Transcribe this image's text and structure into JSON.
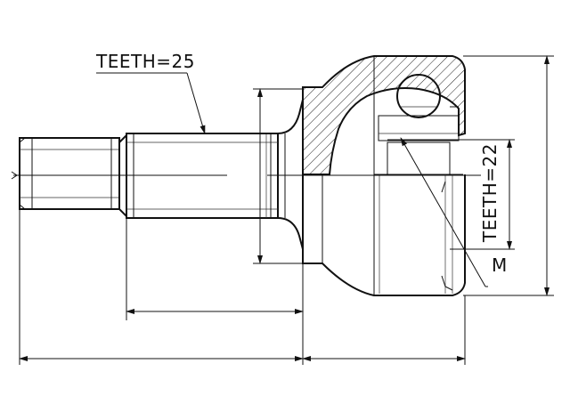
{
  "drawing": {
    "title": "CV joint outer (drive shaft joint) technical drawing",
    "labels": {
      "shaft_teeth": "TEETH=25",
      "inner_teeth": "TEETH=22",
      "thread": "M"
    },
    "colors": {
      "line": "#111111",
      "background": "#ffffff"
    }
  }
}
